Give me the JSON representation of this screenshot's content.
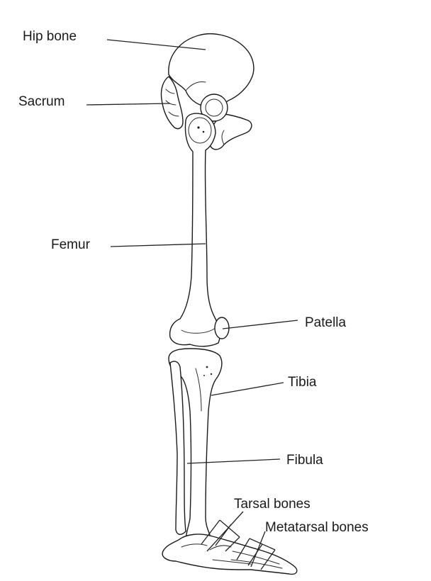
{
  "labels": {
    "hip_bone": "Hip bone",
    "sacrum": "Sacrum",
    "femur": "Femur",
    "patella": "Patella",
    "tibia": "Tibia",
    "fibula": "Fibula",
    "tarsal_bones": "Tarsal bones",
    "metatarsal_bones": "Metatarsal bones"
  },
  "colors": {
    "line": "#1a1a1a",
    "fill": "#ffffff",
    "text": "#1a1a1a"
  }
}
